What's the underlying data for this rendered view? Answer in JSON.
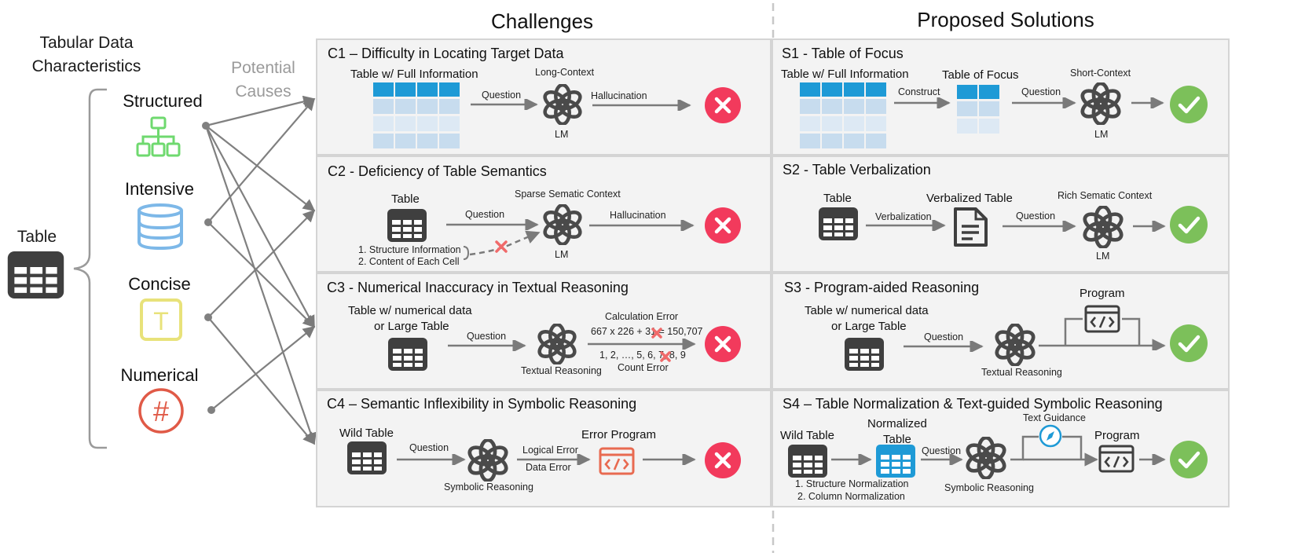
{
  "left": {
    "title_line1": "Tabular Data",
    "title_line2": "Characteristics",
    "table_label": "Table",
    "causes_line1": "Potential",
    "causes_line2": "Causes",
    "characteristics": [
      "Structured",
      "Intensive",
      "Concise",
      "Numerical"
    ],
    "concise_glyph": "T",
    "numerical_glyph": "#"
  },
  "headers": {
    "challenges": "Challenges",
    "solutions": "Proposed Solutions"
  },
  "challenges": [
    {
      "title": "C1 – Difficulty in Locating Target Data",
      "table": "Table w/ Full Information",
      "question": "Question",
      "context": "Long-Context",
      "lm": "LM",
      "error": "Hallucination"
    },
    {
      "title": "C2 - Deficiency of Table Semantics",
      "table": "Table",
      "question": "Question",
      "context": "Sparse Sematic Context",
      "lm": "LM",
      "error": "Hallucination",
      "notes": [
        "1. Structure Information",
        "2. Content of Each Cell"
      ]
    },
    {
      "title": "C3 - Numerical Inaccuracy in Textual Reasoning",
      "table_line1": "Table w/ numerical data",
      "table_line2": "or Large Table",
      "question": "Question",
      "reasoning": "Textual Reasoning",
      "calc_error": "Calculation Error",
      "calc_expr": "667 x 226 + 31 = 150,707",
      "count_expr": "1, 2, …, 5, 6, 7, 8, 9",
      "count_error": "Count Error"
    },
    {
      "title": "C4 – Semantic Inflexibility in Symbolic Reasoning",
      "table": "Wild Table",
      "question": "Question",
      "reasoning": "Symbolic Reasoning",
      "logical_error": "Logical Error",
      "data_error": "Data Error",
      "program": "Error Program"
    }
  ],
  "solutions": [
    {
      "title": "S1 - Table of Focus",
      "table": "Table w/ Full Information",
      "construct": "Construct",
      "focus": "Table of Focus",
      "question": "Question",
      "context": "Short-Context",
      "lm": "LM"
    },
    {
      "title": "S2 - Table Verbalization",
      "table": "Table",
      "verbalization": "Verbalization",
      "verbalized": "Verbalized Table",
      "question": "Question",
      "context": "Rich Sematic Context",
      "lm": "LM"
    },
    {
      "title": "S3 - Program-aided Reasoning",
      "table_line1": "Table w/ numerical data",
      "table_line2": "or Large Table",
      "question": "Question",
      "reasoning": "Textual Reasoning",
      "program": "Program"
    },
    {
      "title": "S4 – Table Normalization & Text-guided Symbolic Reasoning",
      "table": "Wild Table",
      "normalized_line1": "Normalized",
      "normalized_line2": "Table",
      "question": "Question",
      "reasoning": "Symbolic Reasoning",
      "guidance": "Text Guidance",
      "program": "Program",
      "notes": [
        "1. Structure Normalization",
        "2. Column Normalization"
      ]
    }
  ],
  "colors": {
    "error": "#f23a5c",
    "success": "#7cc05a",
    "table_header": "#1e9ad6",
    "structured": "#6fd96f",
    "intensive": "#7db8e8",
    "concise": "#e8e27a",
    "numerical": "#e05a47"
  }
}
